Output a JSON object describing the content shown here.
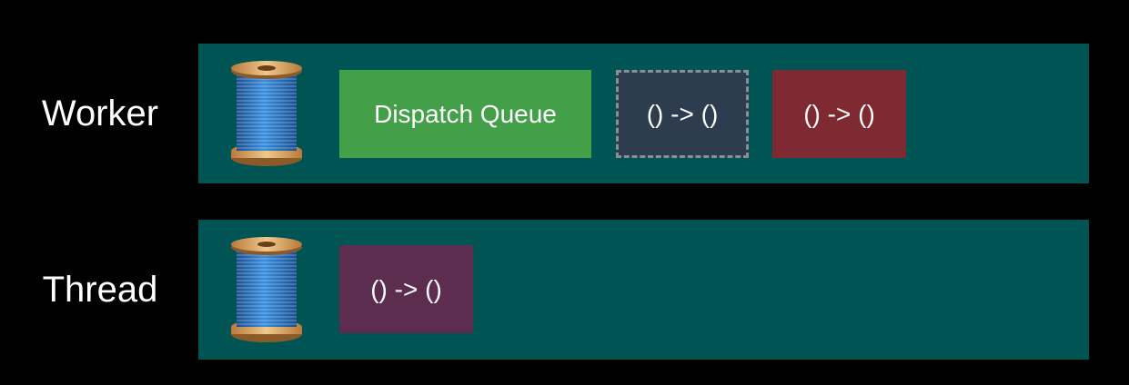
{
  "rows": [
    {
      "label": "Worker",
      "items": [
        {
          "label": "Dispatch Queue",
          "style": "solid",
          "color": "#43a048"
        },
        {
          "label": "() -> ()",
          "style": "dashed",
          "color": "#2e3c4f"
        },
        {
          "label": "() -> ()",
          "style": "solid",
          "color": "#7f2a32"
        }
      ]
    },
    {
      "label": "Thread",
      "items": [
        {
          "label": "() -> ()",
          "style": "solid",
          "color": "#5c2d4f"
        }
      ]
    }
  ],
  "colors": {
    "background": "#000000",
    "lane": "#005454",
    "thread_blue": "#2a77c4",
    "spool_wood": "#d9a35e"
  },
  "icons": [
    "spool-of-thread-icon"
  ]
}
